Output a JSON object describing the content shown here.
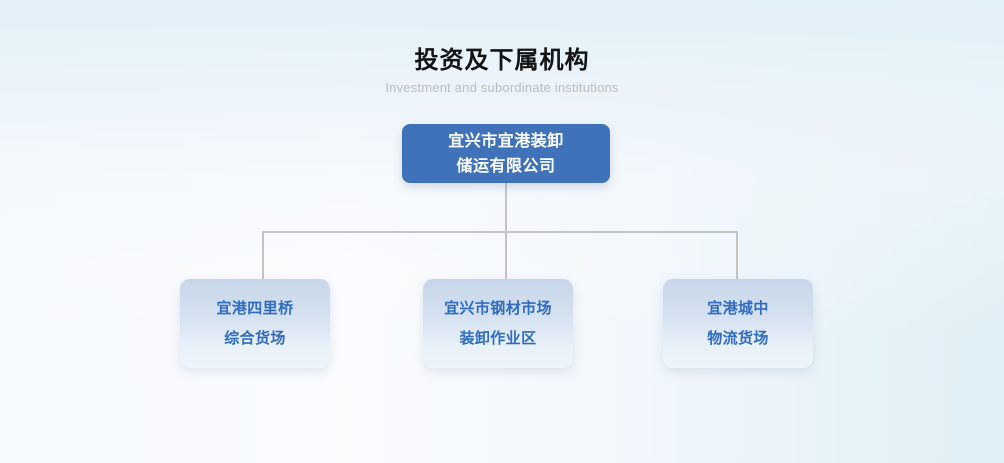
{
  "header": {
    "title": "投资及下属机构",
    "subtitle": "Investment and subordinate institutions"
  },
  "colors": {
    "root_node_background": "#3f72b8",
    "root_node_text": "#ffffff",
    "child_node_text": "#2f6cc0",
    "child_node_background_top": "#c6d6e9",
    "child_node_background_bottom": "#eff4fa",
    "connector_line": "#c4c4c4",
    "title_text": "#141414",
    "subtitle_text": "#bcbcbc",
    "page_background": "#ffffff"
  },
  "org_chart": {
    "root": {
      "name": "宜兴市宜港装卸储运有限公司",
      "lines": [
        "宜兴市宜港装卸",
        "储运有限公司"
      ]
    },
    "children": [
      {
        "name": "宜港四里桥综合货场",
        "lines": [
          "宜港四里桥",
          "综合货场"
        ]
      },
      {
        "name": "宜兴市钢材市场装卸作业区",
        "lines": [
          "宜兴市钢材市场",
          "装卸作业区"
        ]
      },
      {
        "name": "宜港城中物流货场",
        "lines": [
          "宜港城中",
          "物流货场"
        ]
      }
    ]
  }
}
